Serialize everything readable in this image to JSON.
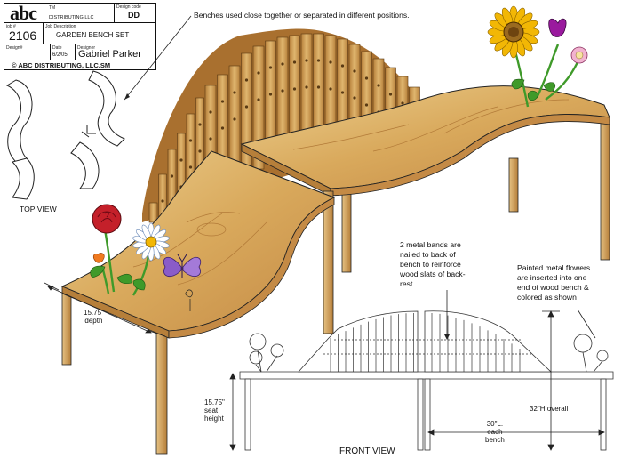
{
  "title_block": {
    "logo": "abc",
    "tm": "TM",
    "company_line": "DISTRIBUTING LLC",
    "design_code_label": "Design code",
    "design_code": "DD",
    "job_label": "job #",
    "job_number": "2106",
    "job_description_label": "Job Description",
    "job_description": "GARDEN BENCH SET",
    "design_no_label": "Design#",
    "date_label": "Date",
    "date": "6/2/05",
    "designer_label": "Designer",
    "designer": "Gabriel Parker",
    "copyright": "© ABC DISTRIBUTING, LLC.SM"
  },
  "annotations": {
    "benches_note": "Benches  used close  together or separated in different positions.",
    "top_view": "TOP VIEW",
    "metal_bands": [
      "2 metal bands are",
      "nailed to back of",
      "bench to reinforce",
      "wood slats of back-",
      "rest"
    ],
    "painted_flowers": [
      "Painted metal flowers",
      "are inserted into one",
      "end of wood bench &",
      "colored as shown"
    ],
    "front_view": "FRONT VIEW"
  },
  "dimensions": {
    "depth": [
      "15.75\"",
      "depth"
    ],
    "seat_height": [
      "15.75\"",
      "seat",
      "height"
    ],
    "length": [
      "30\"L.",
      "each",
      "bench"
    ],
    "overall_height": "32\"H.overall"
  },
  "colors": {
    "wood": "#d9a95c",
    "wood_light": "#eccf8f",
    "wood_dark": "#b67f3a",
    "slat": "#c8914a",
    "line": "#222222",
    "rose": "#c4202a",
    "sunflower": "#f2b705",
    "tulip": "#9a1a9e",
    "leaf": "#3f9a2a",
    "butterfly": "#8a5cc8"
  }
}
